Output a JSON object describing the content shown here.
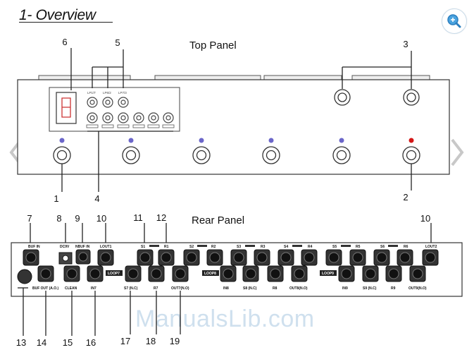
{
  "heading": "1- Overview",
  "top_panel": {
    "title": "Top Panel",
    "loop_labels": [
      "LP1/T",
      "LP6/2",
      "LP7/3"
    ],
    "callouts": [
      "6",
      "5",
      "3",
      "1",
      "4",
      "2"
    ]
  },
  "rear_panel": {
    "title": "Rear Panel",
    "callouts_top": [
      "7",
      "8",
      "9",
      "10",
      "11",
      "12",
      "10"
    ],
    "callouts_bottom": [
      "13",
      "14",
      "15",
      "16",
      "17",
      "18",
      "19"
    ],
    "jack_labels_top": [
      "BUF IN",
      "DC9V",
      "NBUF IN",
      "LOUT1",
      "S1",
      "R1",
      "S2",
      "R2",
      "S3",
      "R3",
      "S4",
      "R4",
      "S5",
      "R5",
      "S6",
      "R6",
      "LOUT2"
    ],
    "jack_labels_bottom": [
      "BUF OUT (A.O.)",
      "CLEAN",
      "IN7",
      "S7 (N.C)",
      "R7",
      "OUT7(N.O)",
      "IN8",
      "S8 (N.C)",
      "R8",
      "OUT8(N.O)",
      "IN9",
      "S9 (N.C)",
      "R9",
      "OUT9(N.O)"
    ],
    "loop_tags": [
      "LOOP7",
      "LOOP8",
      "LOOP9"
    ]
  },
  "watermark": "ManualsLib.com",
  "icons": {
    "zoom": "magnifier-plus-icon",
    "prev": "chevron-left-icon",
    "next": "chevron-right-icon"
  }
}
